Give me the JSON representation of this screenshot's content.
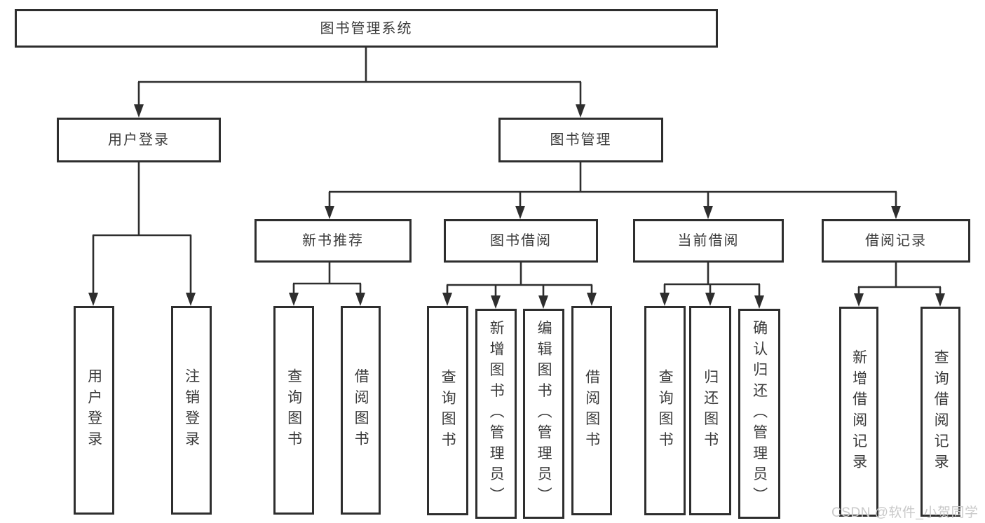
{
  "tree": {
    "root": {
      "label": "图书管理系统",
      "children": [
        {
          "label": "用户登录",
          "children": [
            {
              "label": "用户登录"
            },
            {
              "label": "注销登录"
            }
          ]
        },
        {
          "label": "图书管理",
          "children": [
            {
              "label": "新书推荐",
              "children": [
                {
                  "label": "查询图书"
                },
                {
                  "label": "借阅图书"
                }
              ]
            },
            {
              "label": "图书借阅",
              "children": [
                {
                  "label": "查询图书"
                },
                {
                  "label": "新增图书（管理员）"
                },
                {
                  "label": "编辑图书（管理员）"
                },
                {
                  "label": "借阅图书"
                }
              ]
            },
            {
              "label": "当前借阅",
              "children": [
                {
                  "label": "查询图书"
                },
                {
                  "label": "归还图书"
                },
                {
                  "label": "确认归还（管理员）"
                }
              ]
            },
            {
              "label": "借阅记录",
              "children": [
                {
                  "label": "新增借阅记录"
                },
                {
                  "label": "查询借阅记录"
                }
              ]
            }
          ]
        }
      ]
    }
  },
  "watermark": {
    "text": "CSDN @软件_小贺同学",
    "color": "#c9c9c9"
  },
  "colors": {
    "border": "#2e2e2e",
    "line": "#2e2e2e",
    "text": "#3a3a3a",
    "background": "#ffffff"
  }
}
